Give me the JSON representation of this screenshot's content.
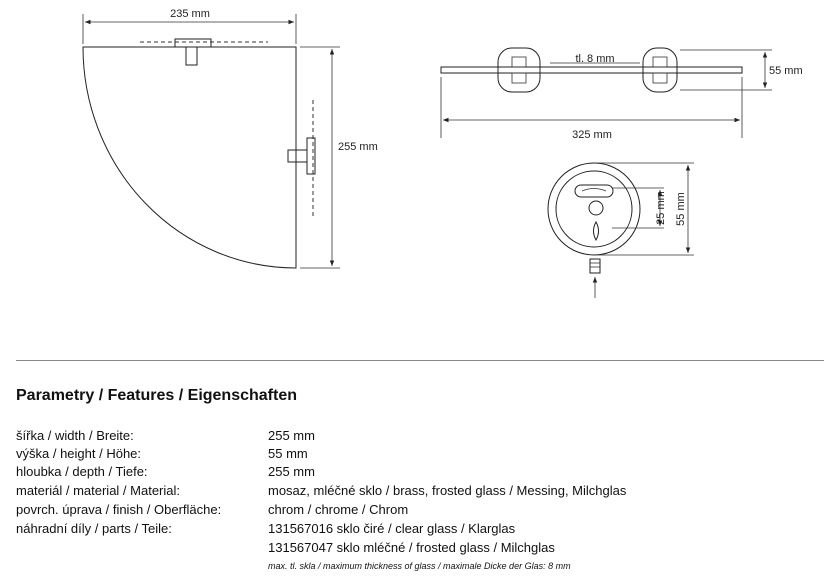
{
  "drawing": {
    "front_width_label": "235 mm",
    "front_height_label": "255 mm",
    "side_thickness_label": "tl. 8 mm",
    "side_height_label": "55 mm",
    "side_length_label": "325 mm",
    "detail_inner_label": "25 mm",
    "detail_outer_label": "55 mm"
  },
  "specs": {
    "title": "Parametry / Features / Eigenschaften",
    "rows": [
      {
        "label": "šířka / width / Breite:",
        "value": "255 mm"
      },
      {
        "label": "výška / height / Höhe:",
        "value": "55 mm"
      },
      {
        "label": "hloubka / depth / Tiefe:",
        "value": "255 mm"
      },
      {
        "label": "materiál / material / Material:",
        "value": "mosaz, mléčné sklo / brass, frosted glass / Messing, Milchglas"
      },
      {
        "label": "povrch. úprava / finish / Oberfläche:",
        "value": "chrom / chrome / Chrom"
      },
      {
        "label": "náhradní díly / parts / Teile:",
        "value": "131567016  sklo čiré / clear glass / Klarglas"
      },
      {
        "label": "",
        "value": "131567047  sklo mléčné / frosted glass / Milchglas"
      }
    ],
    "note": "max. tl. skla / maximum thickness of glass / maximale Dicke der Glas: 8 mm"
  }
}
